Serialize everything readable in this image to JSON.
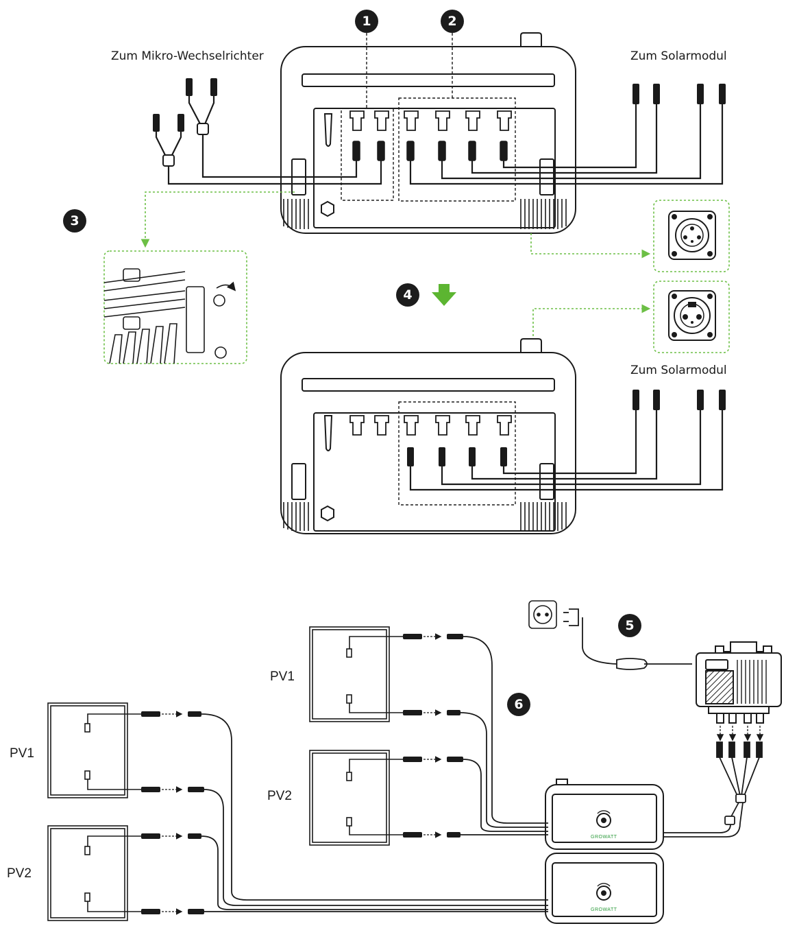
{
  "labels": {
    "to_micro_inverter": "Zum Mikro-Wechselrichter",
    "to_solar_module_top": "Zum Solarmodul",
    "to_solar_module_bottom": "Zum Solarmodul"
  },
  "steps": [
    "1",
    "2",
    "3",
    "4",
    "5",
    "6"
  ],
  "panels_left": [
    "PV1",
    "PV2"
  ],
  "panels_middle": [
    "PV1",
    "PV2"
  ],
  "brand": "GROWATT",
  "colors": {
    "accent_green": "#5cb531",
    "line": "#1a1a1a",
    "dashed_green": "#6cbf45"
  }
}
